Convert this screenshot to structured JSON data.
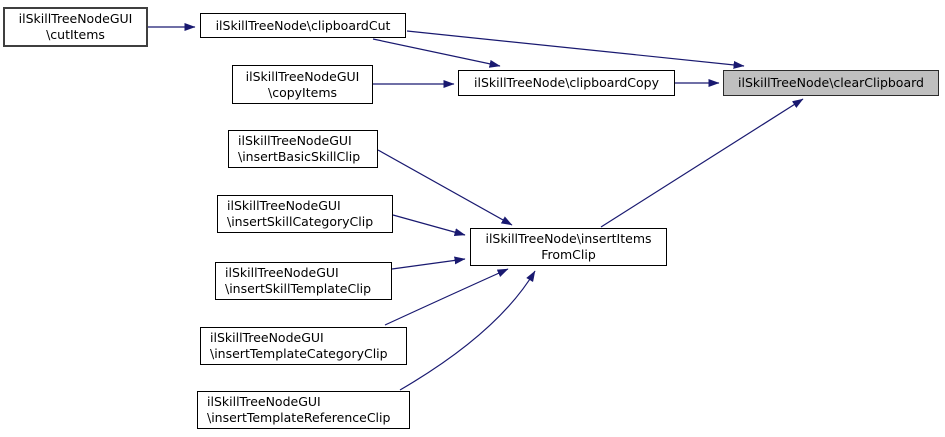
{
  "diagram": {
    "type": "call-graph",
    "colors": {
      "edge": "#191970",
      "node_fill": "#ffffff",
      "highlight_fill": "#bfbfbf",
      "border": "#000000"
    },
    "nodes": [
      {
        "id": "cutItems",
        "lines": [
          "ilSkillTreeNodeGUI",
          "\\cutItems"
        ]
      },
      {
        "id": "clipboardCut",
        "lines": [
          "ilSkillTreeNode\\clipboardCut"
        ]
      },
      {
        "id": "copyItems",
        "lines": [
          "ilSkillTreeNodeGUI",
          "\\copyItems"
        ]
      },
      {
        "id": "clipboardCopy",
        "lines": [
          "ilSkillTreeNode\\clipboardCopy"
        ]
      },
      {
        "id": "clearClipboard",
        "lines": [
          "ilSkillTreeNode\\clearClipboard"
        ],
        "highlighted": true
      },
      {
        "id": "insertBasicSkillClip",
        "lines": [
          "ilSkillTreeNodeGUI",
          "\\insertBasicSkillClip"
        ]
      },
      {
        "id": "insertSkillCategoryClip",
        "lines": [
          "ilSkillTreeNodeGUI",
          "\\insertSkillCategoryClip"
        ]
      },
      {
        "id": "insertSkillTemplateClip",
        "lines": [
          "ilSkillTreeNodeGUI",
          "\\insertSkillTemplateClip"
        ]
      },
      {
        "id": "insertItemsFromClip",
        "lines": [
          "ilSkillTreeNode\\insertItems",
          "FromClip"
        ]
      },
      {
        "id": "insertTemplateCategoryClip",
        "lines": [
          "ilSkillTreeNodeGUI",
          "\\insertTemplateCategoryClip"
        ]
      },
      {
        "id": "insertTemplateReferenceClip",
        "lines": [
          "ilSkillTreeNodeGUI",
          "\\insertTemplateReferenceClip"
        ]
      }
    ],
    "edges": [
      {
        "from": "cutItems",
        "to": "clipboardCut"
      },
      {
        "from": "clipboardCut",
        "to": "clipboardCopy"
      },
      {
        "from": "clipboardCut",
        "to": "clearClipboard"
      },
      {
        "from": "copyItems",
        "to": "clipboardCopy"
      },
      {
        "from": "clipboardCopy",
        "to": "clearClipboard"
      },
      {
        "from": "insertItemsFromClip",
        "to": "clearClipboard"
      },
      {
        "from": "insertBasicSkillClip",
        "to": "insertItemsFromClip"
      },
      {
        "from": "insertSkillCategoryClip",
        "to": "insertItemsFromClip"
      },
      {
        "from": "insertSkillTemplateClip",
        "to": "insertItemsFromClip"
      },
      {
        "from": "insertTemplateCategoryClip",
        "to": "insertItemsFromClip"
      },
      {
        "from": "insertTemplateReferenceClip",
        "to": "insertItemsFromClip"
      }
    ]
  }
}
